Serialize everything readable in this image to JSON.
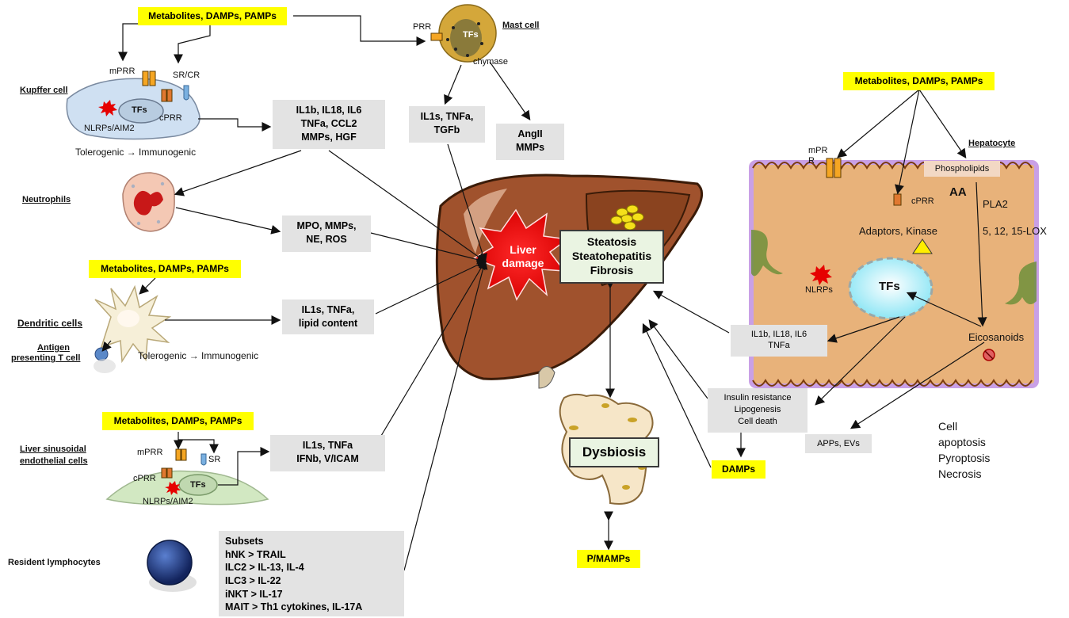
{
  "stimuli_label": "Metabolites, DAMPs, PAMPs",
  "kupffer": {
    "title": "Kupffer cell",
    "mprr": "mPRR",
    "srcr": "SR/CR",
    "tfs": "TFs",
    "cprr": "cPRR",
    "nlrps": "NLRPs/AIM2",
    "state": "Tolerogenic → Immunogenic",
    "outputs": [
      "IL1b, IL18, IL6",
      "TNFa, CCL2",
      "MMPs, HGF"
    ]
  },
  "mast": {
    "title": "Mast cell",
    "prr": "PRR",
    "tfs": "TFs",
    "chymase": "chymase",
    "outputs1": [
      "IL1s, TNFa,",
      "TGFb"
    ],
    "outputs2": [
      "AngII",
      "MMPs"
    ]
  },
  "neutrophils": {
    "title": "Neutrophils",
    "outputs": [
      "MPO, MMPs,",
      "NE, ROS"
    ]
  },
  "dendritic": {
    "title": "Dendritic cells",
    "antigen_label": [
      "Antigen",
      "presenting T cell"
    ],
    "state": "Tolerogenic → Immunogenic",
    "outputs": [
      "IL1s, TNFa,",
      "lipid content"
    ]
  },
  "lsec": {
    "title": [
      "Liver sinusoidal",
      "endothelial cells"
    ],
    "mprr": "mPRR",
    "sr": "SR",
    "cprr": "cPRR",
    "tfs": "TFs",
    "nlrps": "NLRPs/AIM2",
    "outputs": [
      "IL1s, TNFa",
      "IFNb, V/ICAM"
    ]
  },
  "lymphocytes": {
    "title": "Resident lymphocytes",
    "subsets": [
      "Subsets",
      "hNK > TRAIL",
      "ILC2 > IL-13, IL-4",
      "ILC3 > IL-22",
      "iNKT > IL-17",
      "MAIT > Th1 cytokines, IL-17A"
    ]
  },
  "liver": {
    "damage": [
      "Liver",
      "damage"
    ],
    "conditions": [
      "Steatosis",
      "Steatohepatitis",
      "Fibrosis"
    ]
  },
  "gut": {
    "label": "Dysbiosis",
    "pmamps": "P/MAMPs"
  },
  "hepatocyte": {
    "title": "Hepatocyte",
    "mpr": [
      "mPR",
      "R"
    ],
    "phospholipids": "Phospholipids",
    "cprr": "cPRR",
    "aa": "AA",
    "pla2": "PLA2",
    "lox": "5, 12, 15-LOX",
    "adaptors": "Adaptors, Kinase",
    "nlrps": "NLRPs",
    "tfs": "TFs",
    "eicosanoids": "Eicosanoids",
    "outputs": [
      "IL1b, IL18, IL6",
      "TNFa"
    ],
    "metabolic": [
      "Insulin resistance",
      "Lipogenesis",
      "Cell death"
    ],
    "damps": "DAMPs",
    "apps": "APPs, EVs",
    "cell_death": [
      "Cell",
      "apoptosis",
      "Pyroptosis",
      "Necrosis"
    ]
  },
  "colors": {
    "yellow": "#ffff00",
    "gray_box": "#e3e3e3",
    "liver": "#a0522d",
    "damage_star": "#e60000",
    "hepatocyte_fill": "#e8b27a",
    "green_box": "#eaf4e2"
  }
}
